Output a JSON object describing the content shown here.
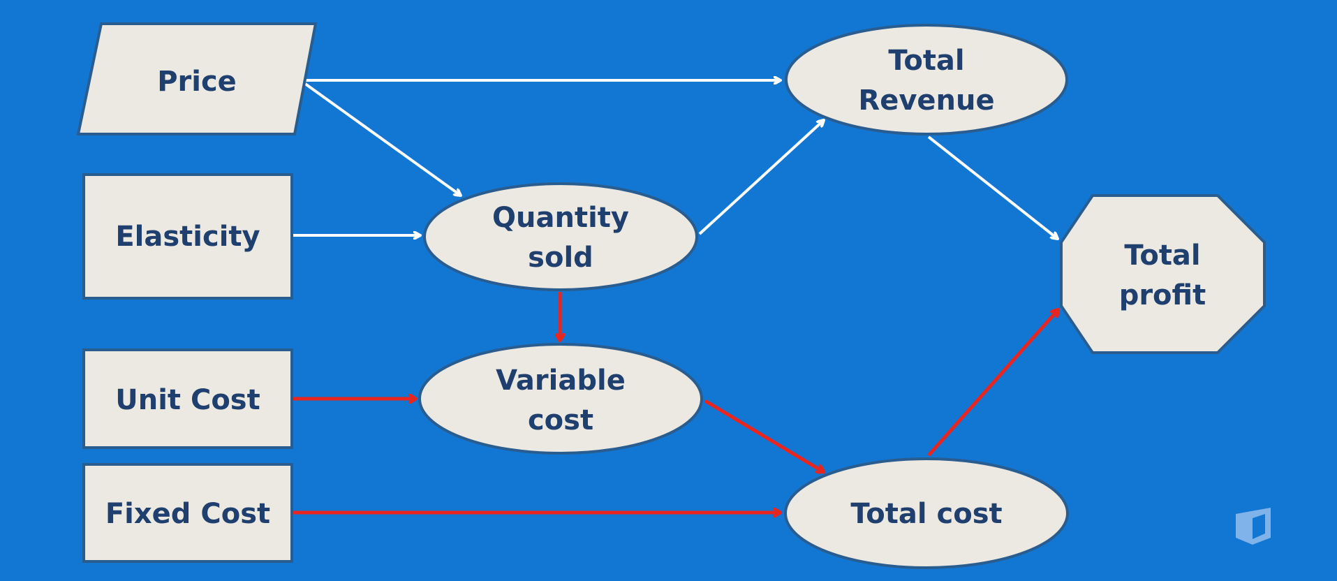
{
  "diagram": {
    "nodes": {
      "price": {
        "lines": [
          "Price"
        ]
      },
      "elasticity": {
        "lines": [
          "Elasticity"
        ]
      },
      "unit_cost": {
        "lines": [
          "Unit Cost"
        ]
      },
      "fixed_cost": {
        "lines": [
          "Fixed Cost"
        ]
      },
      "quantity_sold": {
        "lines": [
          "Quantity",
          "sold"
        ]
      },
      "variable_cost": {
        "lines": [
          "Variable",
          "cost"
        ]
      },
      "total_revenue": {
        "lines": [
          "Total",
          "Revenue"
        ]
      },
      "total_cost": {
        "lines": [
          "Total cost"
        ]
      },
      "total_profit": {
        "lines": [
          "Total",
          "profit"
        ]
      }
    },
    "edges": [
      {
        "from": "price",
        "to": "total_revenue",
        "color": "#ffffff"
      },
      {
        "from": "price",
        "to": "quantity_sold",
        "color": "#ffffff"
      },
      {
        "from": "elasticity",
        "to": "quantity_sold",
        "color": "#ffffff"
      },
      {
        "from": "quantity_sold",
        "to": "total_revenue",
        "color": "#ffffff"
      },
      {
        "from": "total_revenue",
        "to": "total_profit",
        "color": "#ffffff"
      },
      {
        "from": "quantity_sold",
        "to": "variable_cost",
        "color": "#e8251f"
      },
      {
        "from": "unit_cost",
        "to": "variable_cost",
        "color": "#e8251f"
      },
      {
        "from": "variable_cost",
        "to": "total_cost",
        "color": "#e8251f"
      },
      {
        "from": "fixed_cost",
        "to": "total_cost",
        "color": "#e8251f"
      },
      {
        "from": "total_cost",
        "to": "total_profit",
        "color": "#e8251f"
      }
    ],
    "colors": {
      "background": "#1276d3",
      "node_fill": "#ece9e2",
      "node_border": "#2a5d8f",
      "node_text": "#1f3f6e",
      "flow_arrow": "#ffffff",
      "cost_arrow": "#e8251f"
    },
    "logo_icon": "book-icon"
  }
}
